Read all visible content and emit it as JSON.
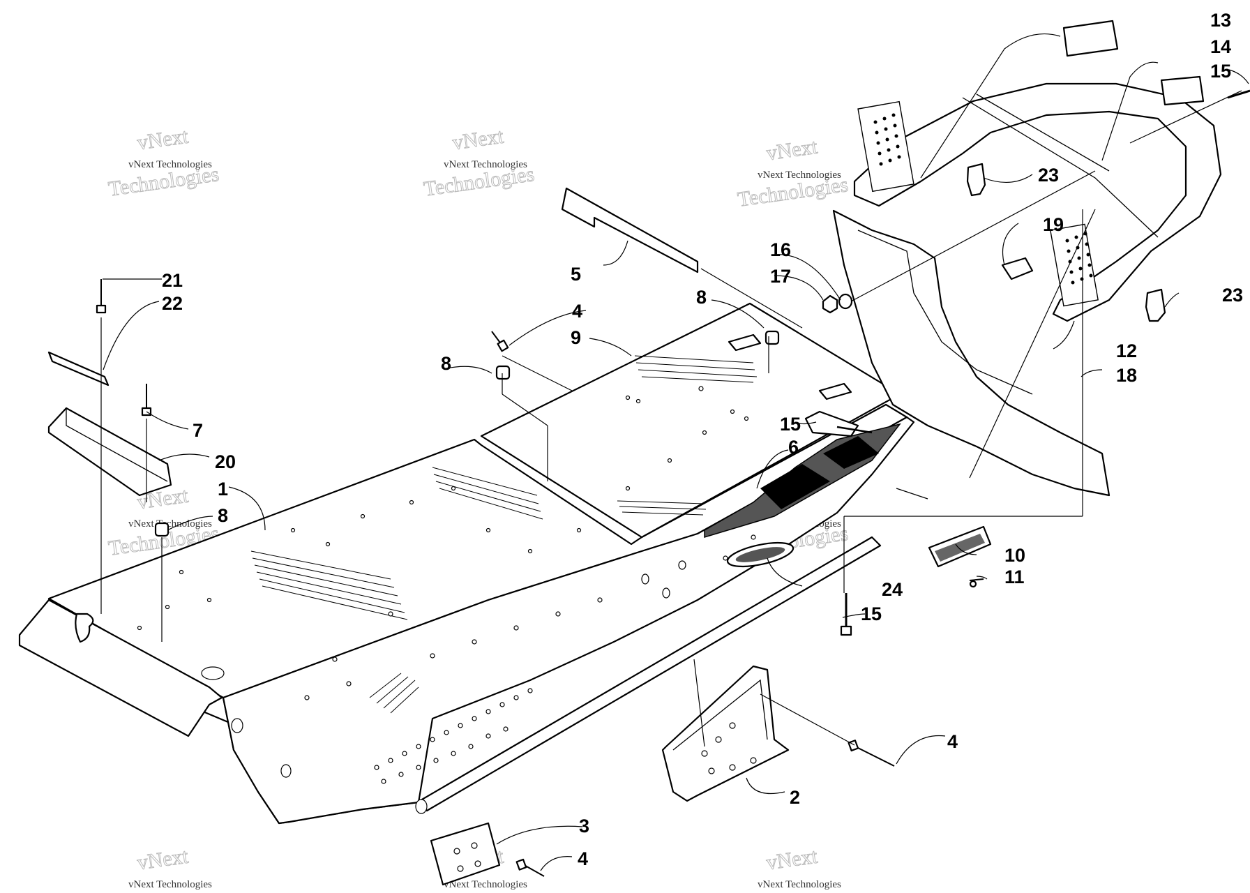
{
  "diagram": {
    "callouts": [
      {
        "id": "c13",
        "label": "13"
      },
      {
        "id": "c14",
        "label": "14"
      },
      {
        "id": "c15a",
        "label": "15"
      },
      {
        "id": "c23a",
        "label": "23"
      },
      {
        "id": "c19",
        "label": "19"
      },
      {
        "id": "c23b",
        "label": "23"
      },
      {
        "id": "c16",
        "label": "16"
      },
      {
        "id": "c17",
        "label": "17"
      },
      {
        "id": "c12",
        "label": "12"
      },
      {
        "id": "c18",
        "label": "18"
      },
      {
        "id": "c5",
        "label": "5"
      },
      {
        "id": "c8a",
        "label": "8"
      },
      {
        "id": "c4a",
        "label": "4"
      },
      {
        "id": "c9",
        "label": "9"
      },
      {
        "id": "c8b",
        "label": "8"
      },
      {
        "id": "c15b",
        "label": "15"
      },
      {
        "id": "c6",
        "label": "6"
      },
      {
        "id": "c21",
        "label": "21"
      },
      {
        "id": "c22",
        "label": "22"
      },
      {
        "id": "c7",
        "label": "7"
      },
      {
        "id": "c20",
        "label": "20"
      },
      {
        "id": "c1",
        "label": "1"
      },
      {
        "id": "c8c",
        "label": "8"
      },
      {
        "id": "c10",
        "label": "10"
      },
      {
        "id": "c11",
        "label": "11"
      },
      {
        "id": "c24",
        "label": "24"
      },
      {
        "id": "c15c",
        "label": "15"
      },
      {
        "id": "c4b",
        "label": "4"
      },
      {
        "id": "c2",
        "label": "2"
      },
      {
        "id": "c3",
        "label": "3"
      },
      {
        "id": "c4c",
        "label": "4"
      }
    ]
  },
  "watermark": {
    "small": "vNext Technologies",
    "big_line1": "vNext",
    "big_line2": "Technologies"
  }
}
